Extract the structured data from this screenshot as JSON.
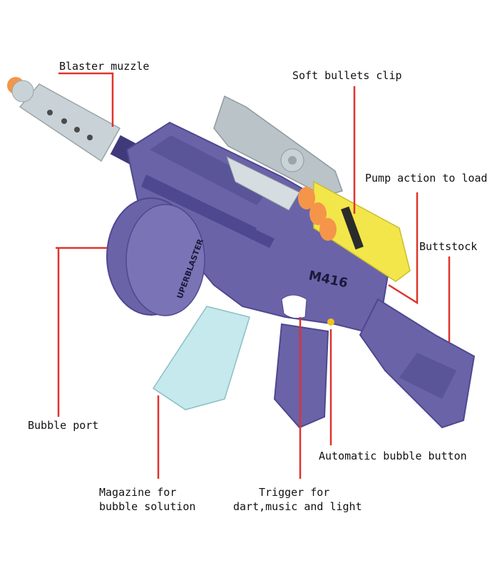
{
  "labels": {
    "blaster_muzzle": "Blaster muzzle",
    "soft_bullets_clip": "Soft bullets clip",
    "pump_action": "Pump action to load",
    "buttstock": "Buttstock",
    "bubble_port": "Bubble port",
    "automatic_bubble_button": "Automatic bubble button",
    "magazine_line1": "Magazine for",
    "magazine_line2": "bubble solution",
    "trigger_line1": "Trigger for",
    "trigger_line2": "dart,music and light"
  },
  "product_markings": {
    "drum_text": "UPERBLASTER",
    "body_text": "M416"
  },
  "colors": {
    "leader_line": "#e0332e",
    "body_purple": "#6a63a8",
    "body_dark": "#4e4890",
    "muzzle_gray": "#c9d2d6",
    "scope_gray": "#b9c3c8",
    "dart_yellow": "#f2e64a",
    "dart_orange": "#f5954a",
    "magazine_teal": "#bfe7ea"
  }
}
